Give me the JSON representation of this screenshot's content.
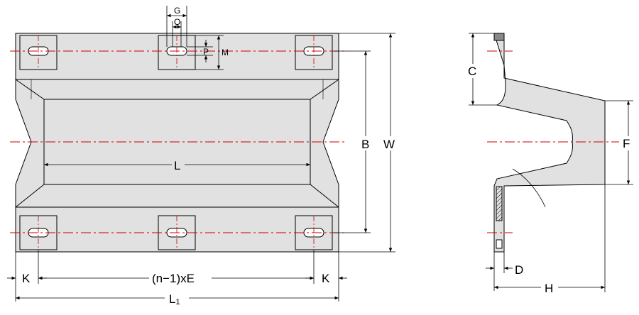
{
  "colors": {
    "body_fill": "#e1e1e1",
    "outline": "#000000",
    "centerline": "#cc0000",
    "background": "#ffffff"
  },
  "labels": {
    "G": "G",
    "Q": "Q",
    "P": "P",
    "M": "M",
    "B": "B",
    "W": "W",
    "L": "L",
    "K_left": "K",
    "K_right": "K",
    "nE": "(n−1)xE",
    "L1": "L",
    "L1_sub": "1",
    "C": "C",
    "F": "F",
    "D": "D",
    "H": "H"
  }
}
